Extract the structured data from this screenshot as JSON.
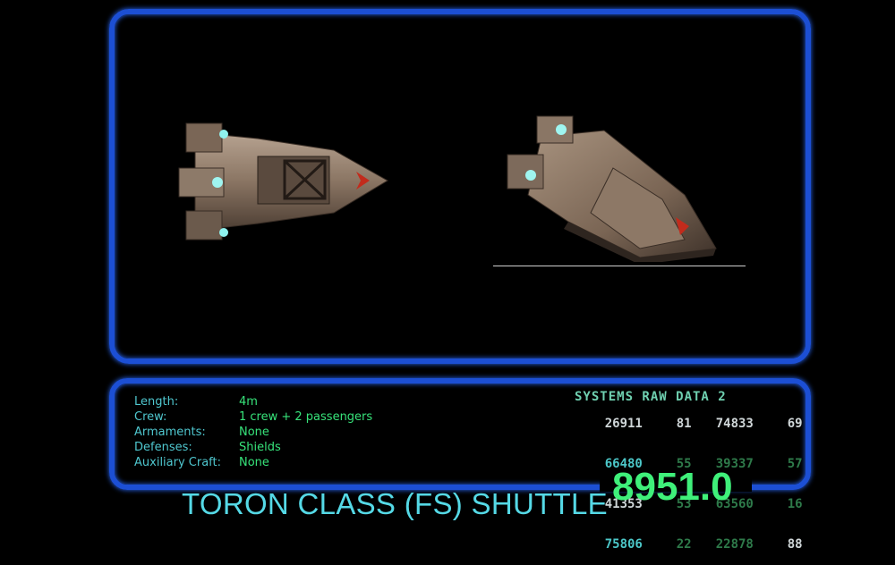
{
  "ship": {
    "title": "TORON CLASS (FS) SHUTTLE",
    "counter": "8951.0"
  },
  "specs": [
    {
      "label": "Length:",
      "value": "4m"
    },
    {
      "label": "Crew:",
      "value": "1 crew + 2 passengers"
    },
    {
      "label": "Armaments:",
      "value": "None"
    },
    {
      "label": "Defenses:",
      "value": "Shields"
    },
    {
      "label": "Auxiliary Craft:",
      "value": "None"
    }
  ],
  "raw_data": {
    "title": "SYSTEMS RAW DATA 2",
    "rows": [
      [
        "26911",
        "81",
        "74833",
        "69"
      ],
      [
        "66480",
        "55",
        "39337",
        "57"
      ],
      [
        "41353",
        "53",
        "63560",
        "16"
      ],
      [
        "75806",
        "22",
        "22878",
        "88"
      ]
    ]
  },
  "colors": {
    "frame": "#1c4fd4",
    "label": "#4fc7cf",
    "value": "#37e37a",
    "title": "#55d9e6",
    "counter": "#3ff07a"
  }
}
